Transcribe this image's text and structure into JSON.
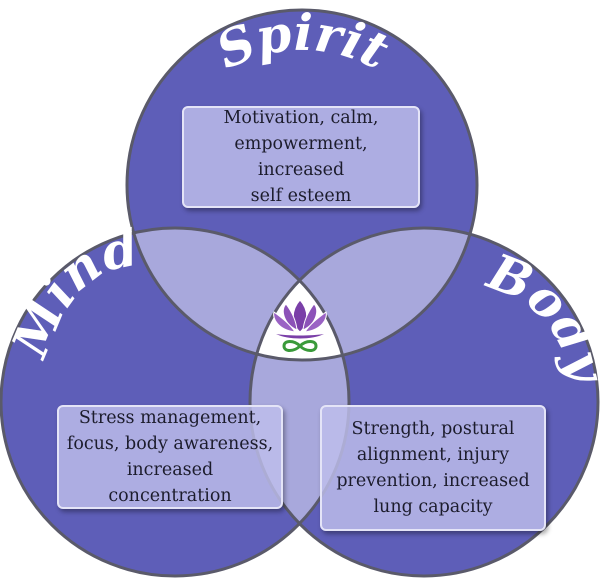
{
  "labels": {
    "spirit": "Spirit",
    "mind": "Mind",
    "body": "Body"
  },
  "boxes": {
    "spirit": "Motivation, calm,\nempowerment, increased\nself esteem",
    "mind": "Stress management,\nfocus, body awareness,\nincreased concentration",
    "body": "Strength, postural\nalignment, injury\nprevention, increased\nlung capacity"
  },
  "colors": {
    "circle_fill": "#5e5eb8",
    "overlap_fill": "#a8a8dc",
    "center_fill": "#ffffff",
    "outline": "#5a5a6a",
    "lotus_petals": "#7a3fa8",
    "lotus_base": "#3a9a3a"
  },
  "icons": {
    "center": "lotus-icon"
  }
}
